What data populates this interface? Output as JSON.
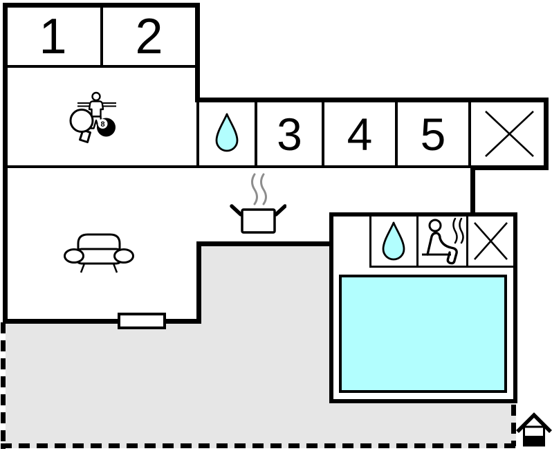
{
  "plan_title": "holiday-home-floor-plan",
  "rooms": {
    "r1": {
      "label": "1"
    },
    "r2": {
      "label": "2"
    },
    "r3": {
      "label": "3"
    },
    "r4": {
      "label": "4"
    },
    "r5": {
      "label": "5"
    }
  },
  "game_room": {
    "icons": [
      "table-tennis-paddle",
      "foosball-player",
      "eight-ball"
    ],
    "eight_ball_number": "8"
  },
  "kitchen": {
    "icon": "cooking-pot-with-steam"
  },
  "living_room": {
    "icon": "sofa"
  },
  "bathrooms": {
    "icon": "water-drop"
  },
  "pool_area": {
    "icons": [
      "water-drop",
      "sauna-person",
      "crossed-box"
    ],
    "feature": "swimming-pool"
  },
  "storage": {
    "icon": "crossed-box"
  },
  "terrace": {
    "style": "dashed-outline"
  },
  "entrance_marker": {
    "icon": "house"
  },
  "colors": {
    "wall": "#000000",
    "water": "#b2fefe",
    "terrace": "#e6e6e6",
    "steam": "#8d8d8d",
    "background": "#ffffff"
  }
}
